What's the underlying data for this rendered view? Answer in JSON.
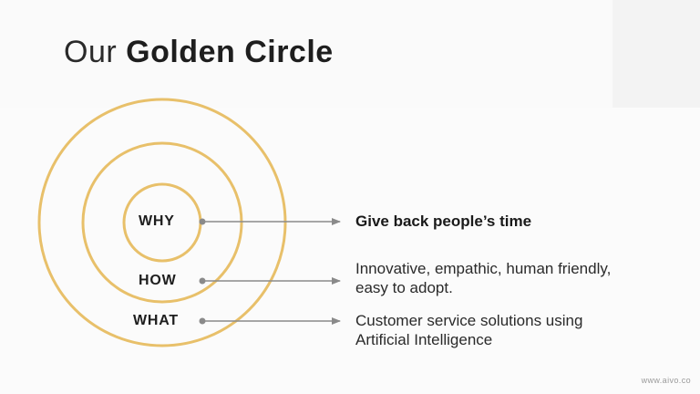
{
  "slide": {
    "title_light": "Our",
    "title_bold": "Golden Circle",
    "footer": "www.aivo.co"
  },
  "colors": {
    "ring": "#e8c06a",
    "arrow": "#8a8a8a",
    "dot": "#8a8a8a"
  },
  "rings": [
    {
      "label": "WHY",
      "description": [
        "Give back people’s time"
      ],
      "emphasis": true
    },
    {
      "label": "HOW",
      "description": [
        "Innovative, empathic, human friendly,",
        "easy to adopt."
      ],
      "emphasis": false
    },
    {
      "label": "WHAT",
      "description": [
        "Customer service solutions using",
        "Artificial Intelligence"
      ],
      "emphasis": false
    }
  ]
}
